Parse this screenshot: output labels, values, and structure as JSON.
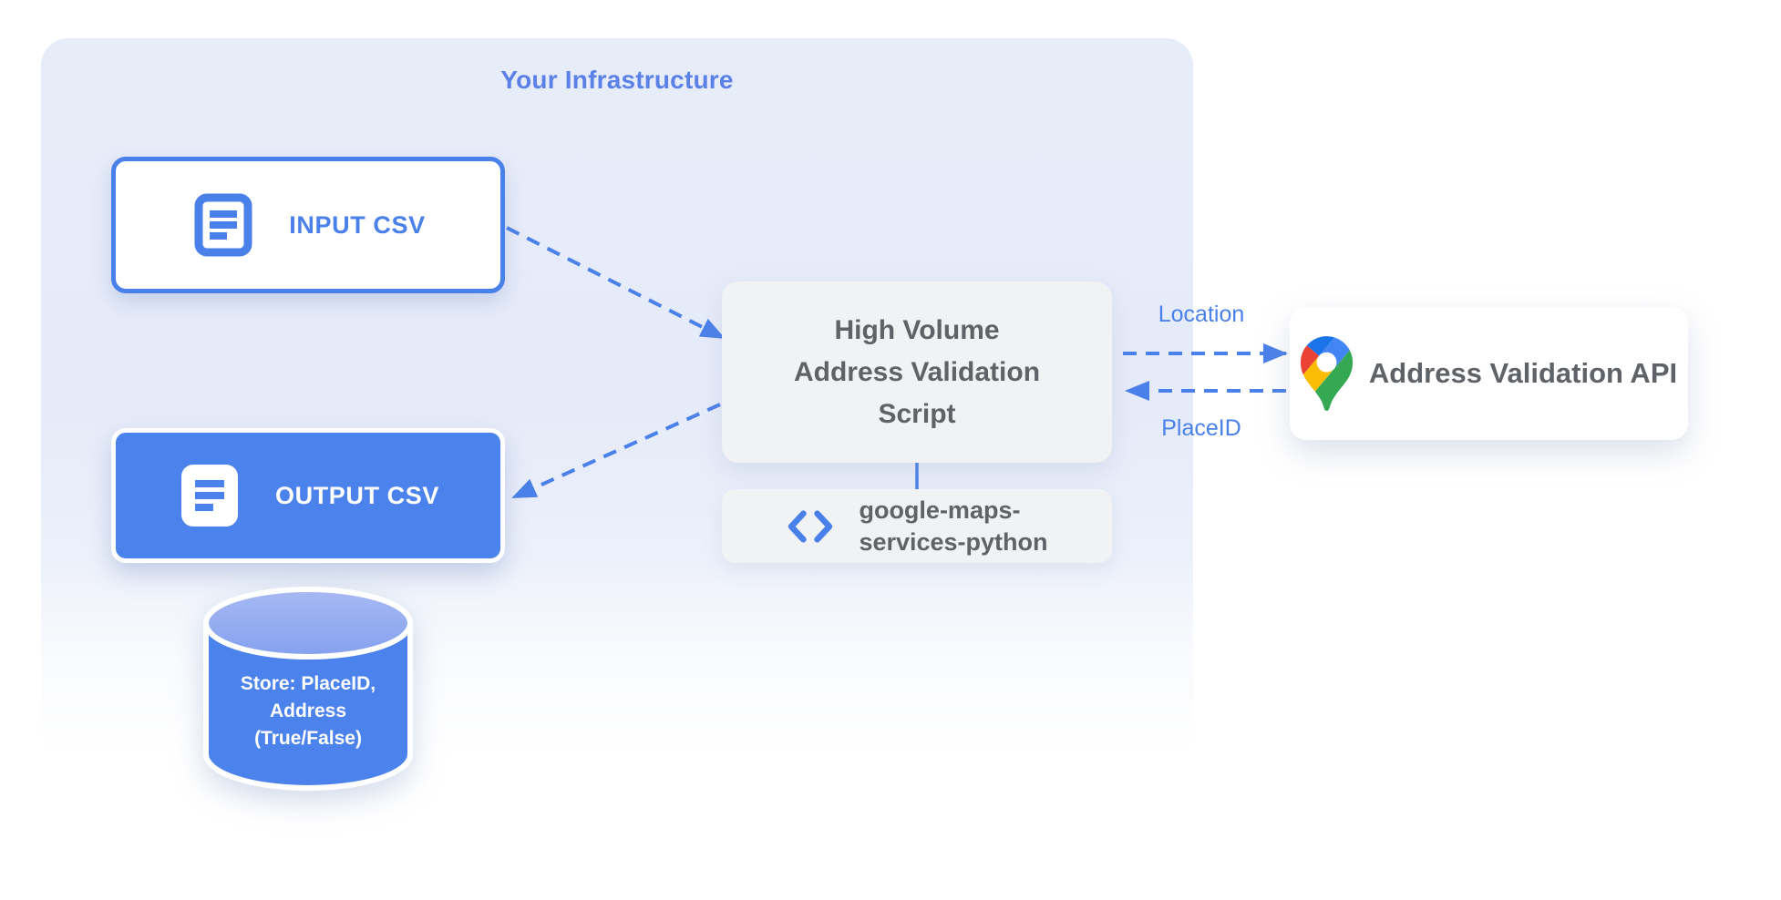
{
  "infrastructure": {
    "title": "Your Infrastructure"
  },
  "nodes": {
    "input_csv": {
      "label": "INPUT CSV"
    },
    "output_csv": {
      "label": "OUTPUT CSV"
    },
    "datastore": {
      "lines": [
        "Store: PlaceID,",
        "Address",
        "(True/False)"
      ]
    },
    "script": {
      "lines": [
        "High Volume",
        "Address Validation",
        "Script"
      ]
    },
    "library": {
      "lines": [
        "google-maps-",
        "services-python"
      ]
    },
    "api": {
      "label": "Address Validation API"
    }
  },
  "edges": {
    "request_label": "Location",
    "response_label": "PlaceID"
  },
  "icons": {
    "input_csv": "document-icon",
    "output_csv": "document-icon",
    "library": "code-brackets-icon",
    "api": "google-maps-pin-icon",
    "datastore": "database-cylinder"
  },
  "colors": {
    "accent_blue": "#4a80e9",
    "fill_blue": "#4c82ec",
    "container_bg": "#e7ecf9",
    "gray_box": "#f0f2f4",
    "text_gray": "#5f6368",
    "white": "#ffffff",
    "pin_blue": "#4285f4",
    "pin_dark_blue": "#1a73e8",
    "pin_red": "#ea4335",
    "pin_yellow": "#fbbc04",
    "pin_green": "#34a853"
  }
}
